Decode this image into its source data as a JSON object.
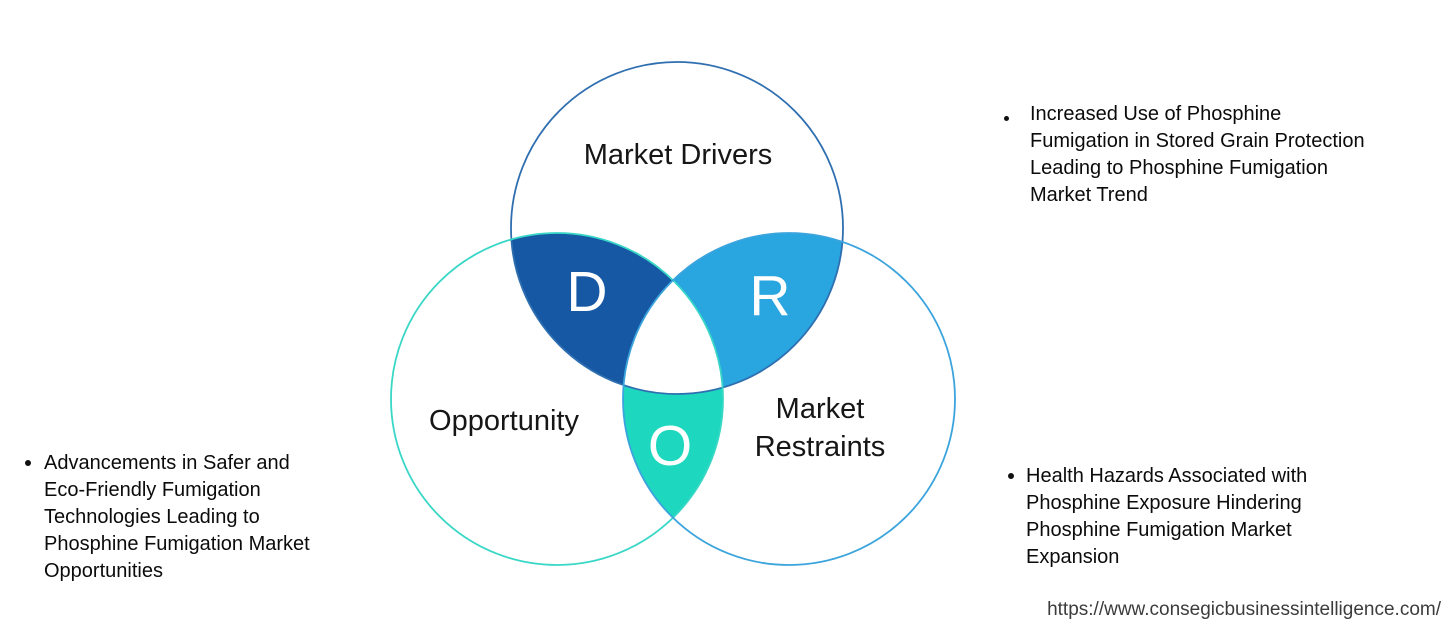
{
  "venn": {
    "labels": {
      "drivers": "Market Drivers",
      "opportunity": "Opportunity",
      "restraints": "Market Restraints"
    },
    "letters": {
      "d": "D",
      "r": "R",
      "o": "O"
    },
    "region_colors": {
      "d_fill": "#1658A4",
      "r_fill": "#29A5E0",
      "o_fill": "#1DD8BE",
      "center_fill": "#ffffff"
    },
    "outline_colors": {
      "drivers": "#2F6FB0",
      "opportunity": "#38D7C6",
      "restraints": "#3BA4DD"
    }
  },
  "annotations": {
    "drivers": {
      "lines": [
        "Increased Use of Phosphine",
        "Fumigation in Stored Grain Protection",
        "Leading to Phosphine Fumigation",
        "Market Trend"
      ]
    },
    "opportunity": {
      "lines": [
        "Advancements in Safer and",
        "Eco-Friendly Fumigation",
        "Technologies Leading to",
        "Phosphine Fumigation Market",
        "Opportunities"
      ]
    },
    "restraints": {
      "lines": [
        "Health Hazards Associated with",
        "Phosphine Exposure Hindering",
        "Phosphine Fumigation Market",
        "Expansion"
      ]
    }
  },
  "footer": {
    "source_url": "https://www.consegicbusinessintelligence.com/"
  }
}
